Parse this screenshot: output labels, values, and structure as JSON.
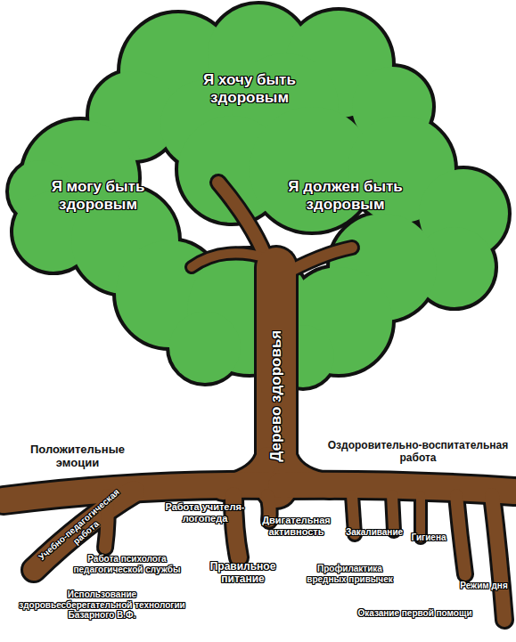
{
  "diagram": {
    "labels": [
      "Я хочу быть здоровым",
      "Я могу быть здоровым",
      "Я должен быть здоровым",
      "Дерево здоровья",
      "Положительные эмоции",
      "Оздоровительно-воспитательная работа",
      "Учебно-педагогическая работа",
      "Работа учителя-логопеда",
      "Работа психолога педагогической службы",
      "Правильное питание",
      "Двигательная активность",
      "Закаливание",
      "Гигиена",
      "Профилактика вредных привычек",
      "Использование здоровьесберегательной технологии Базарного В.Ф.",
      "Оказание первой помощи",
      "Режим дня"
    ]
  }
}
